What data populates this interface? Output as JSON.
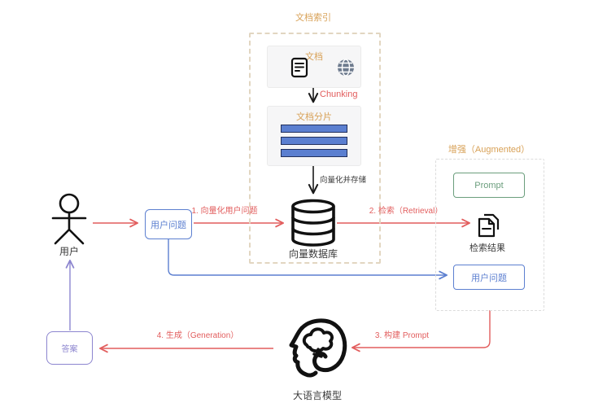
{
  "diagram": {
    "indexing": {
      "section_title": "文档索引",
      "documents_box": {
        "title": "文档"
      },
      "chunking_arrow_label": "Chunking",
      "chunks_box": {
        "title": "文档分片"
      },
      "store_arrow_label": "向量化并存储",
      "vector_db_label": "向量数据库"
    },
    "user_flow": {
      "user_label": "用户",
      "question_box_label": "用户问题",
      "answer_box_label": "答案"
    },
    "augmented": {
      "section_title": "增强（Augmented）",
      "prompt_box_label": "Prompt",
      "retrieval_result_label": "检索结果",
      "question_box_label": "用户问题"
    },
    "llm_label": "大语言模型",
    "steps": {
      "step1": "1. 向量化用户问题",
      "step2": "2. 检索（Retrieval）",
      "step3": "3. 构建 Prompt",
      "step4": "4. 生成（Generation）"
    },
    "icons": {
      "document": "document-icon",
      "globe": "globe-icon",
      "database": "database-icon",
      "retrieval_result": "document-copy-icon",
      "llm": "head-brain-icon",
      "user": "stick-figure-icon"
    },
    "colors": {
      "step_red": "#e25d5d",
      "question_blue": "#5c7fd0",
      "answer_purple": "#8c85cf",
      "section_orange": "#d8a157",
      "prompt_green": "#6b9e7d",
      "chunk_bar_blue": "#5b7fd0",
      "chunk_bar_border": "#22305c"
    }
  }
}
